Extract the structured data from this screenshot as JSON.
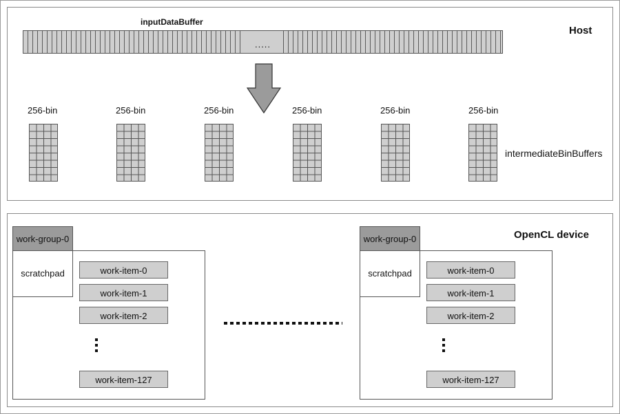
{
  "host": {
    "title": "Host",
    "buffer_label": "inputDataBuffer",
    "buffer_gap_text": ".....",
    "bins": [
      {
        "label": "256-bin"
      },
      {
        "label": "256-bin"
      },
      {
        "label": "256-bin"
      },
      {
        "label": "256-bin"
      },
      {
        "label": "256-bin"
      },
      {
        "label": "256-bin"
      }
    ],
    "bins_caption": "intermediateBinBuffers"
  },
  "device": {
    "title": "OpenCL device",
    "work_groups": [
      {
        "label": "work-group-0",
        "scratchpad": "scratchpad",
        "work_items": [
          "work-item-0",
          "work-item-1",
          "work-item-2",
          "work-item-127"
        ]
      },
      {
        "label": "work-group-0",
        "scratchpad": "scratchpad",
        "work_items": [
          "work-item-0",
          "work-item-1",
          "work-item-2",
          "work-item-127"
        ]
      }
    ]
  }
}
